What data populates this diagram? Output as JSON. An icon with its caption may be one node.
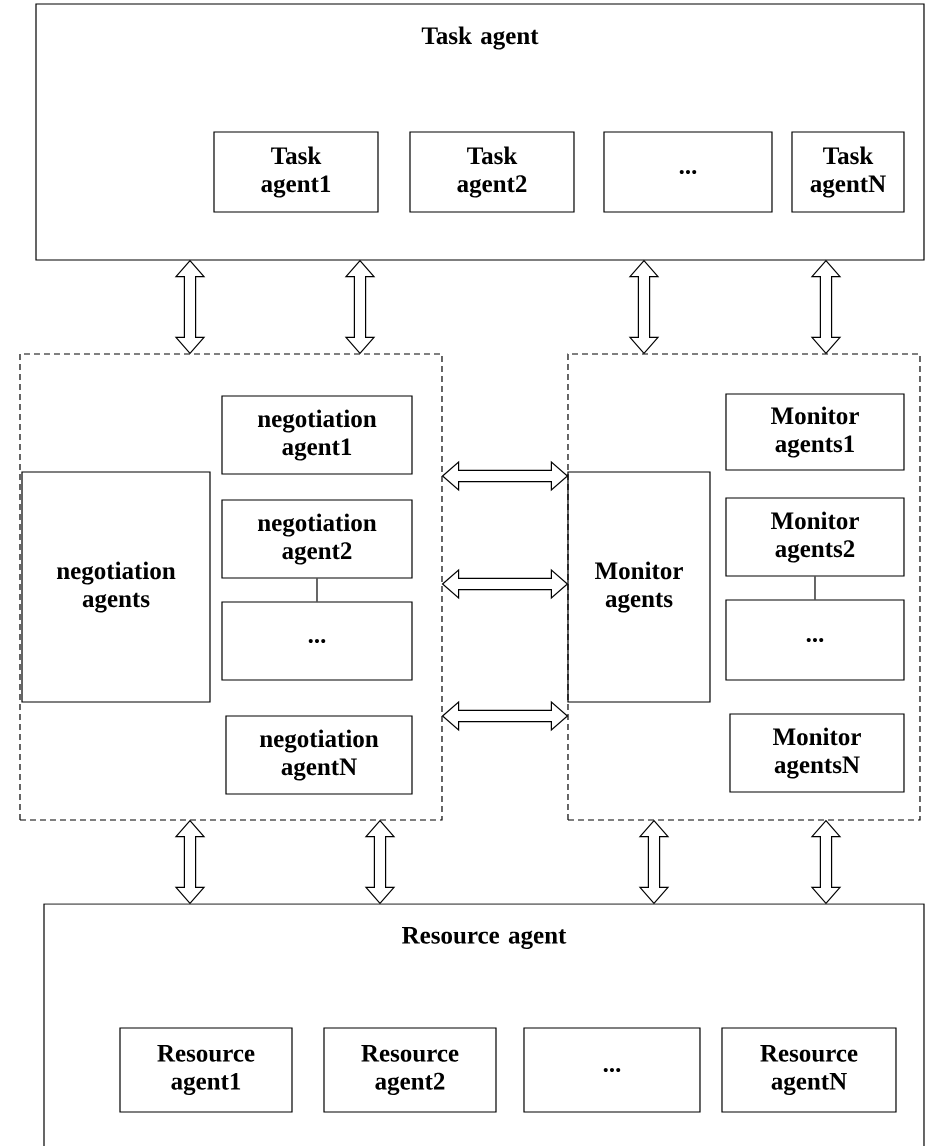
{
  "diagram": {
    "nodes": [
      {
        "text": [
          "Task agent"
        ]
      },
      {
        "text": [
          "Task agent1"
        ],
        "in": 0
      },
      {
        "text": [
          "Task agent2"
        ],
        "in": 0
      },
      {
        "text": [
          "..."
        ],
        "in": 0
      },
      {
        "text": [
          "Task agentN"
        ],
        "in": 0
      },
      {
        "text": [],
        "shape": "box"
      },
      {
        "text": [
          "negotiation agents"
        ],
        "in": 5
      },
      {
        "text": [
          "negotiation agent1"
        ],
        "in": 5
      },
      {
        "text": [
          "negotiation agent2"
        ],
        "in": 5
      },
      {
        "text": [
          "..."
        ],
        "in": 5
      },
      {
        "text": [
          "negotiation agentN"
        ],
        "in": 5
      },
      {
        "text": [],
        "shape": "box"
      },
      {
        "text": [
          "Monitor agents"
        ],
        "in": 11
      },
      {
        "text": [
          "Monitor agents1"
        ],
        "in": 11
      },
      {
        "text": [
          "Monitor agents2"
        ],
        "in": 11
      },
      {
        "text": [
          "..."
        ],
        "in": 11
      },
      {
        "text": [
          "Monitor agentsN"
        ],
        "in": 11
      },
      {
        "text": [
          "Resource agent"
        ]
      },
      {
        "text": [
          "Resource agent1"
        ],
        "in": 17
      },
      {
        "text": [
          "Resource agent2"
        ],
        "in": 17
      },
      {
        "text": [
          "..."
        ],
        "in": 17
      },
      {
        "text": [
          "Resource agentN"
        ],
        "in": 17
      }
    ],
    "edges": [
      {
        "from": 0,
        "to": 5,
        "arrow": "both"
      },
      {
        "from": 0,
        "to": 5,
        "arrow": "both"
      },
      {
        "from": 0,
        "to": 11,
        "arrow": "both"
      },
      {
        "from": 0,
        "to": 11,
        "arrow": "both"
      },
      {
        "from": 5,
        "to": 11,
        "arrow": "both"
      },
      {
        "from": 5,
        "to": 11,
        "arrow": "both"
      },
      {
        "from": 5,
        "to": 11,
        "arrow": "both"
      },
      {
        "from": 5,
        "to": 17,
        "arrow": "both"
      },
      {
        "from": 5,
        "to": 17,
        "arrow": "both"
      },
      {
        "from": 11,
        "to": 17,
        "arrow": "both"
      },
      {
        "from": 11,
        "to": 17,
        "arrow": "both"
      },
      {
        "from": 8,
        "to": 9,
        "arrow": "none"
      },
      {
        "from": 14,
        "to": 15,
        "arrow": "none"
      }
    ]
  }
}
